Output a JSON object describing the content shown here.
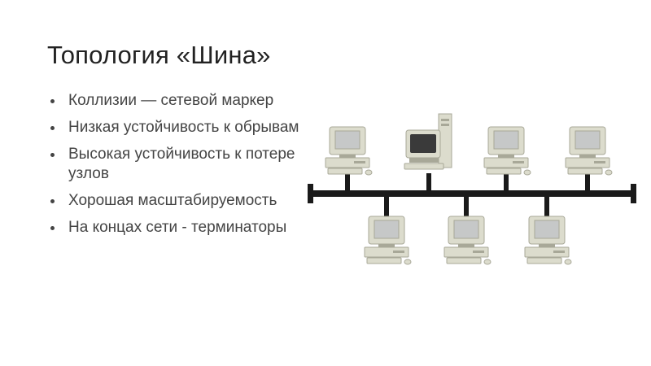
{
  "slide": {
    "title": "Топология «Шина»",
    "bullets": [
      "Коллизии — сетевой маркер",
      "Низкая устойчивость к обрывам",
      "Высокая устойчивость к потере узлов",
      "Хорошая масштабируемость",
      "На концах сети - терминаторы"
    ]
  },
  "diagram": {
    "nodes_top": [
      "pc",
      "server",
      "pc",
      "pc"
    ],
    "nodes_bottom": [
      "pc",
      "pc",
      "pc"
    ],
    "colors": {
      "bus": "#1a1a1a",
      "case": "#dcdccd",
      "case_dark": "#a8a898",
      "screen": "#c6c8c8",
      "server_screen": "#3a3a3a"
    }
  }
}
